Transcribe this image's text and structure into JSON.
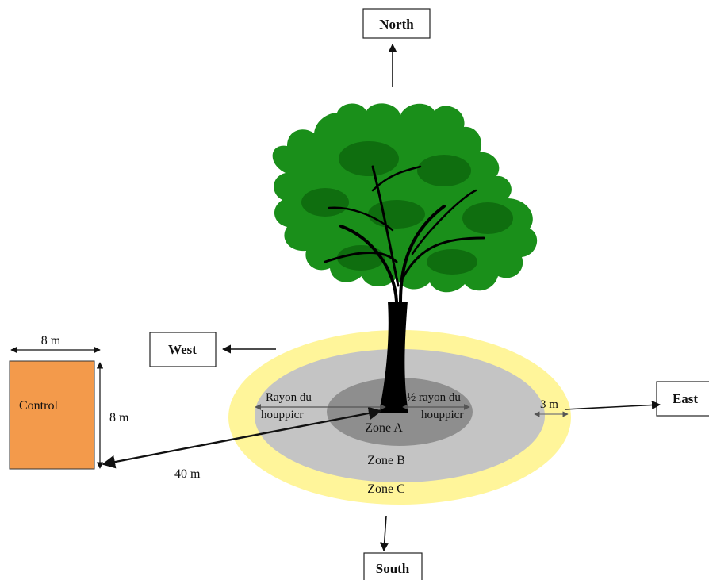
{
  "directions": {
    "north": "North",
    "south": "South",
    "east": "East",
    "west": "West"
  },
  "control": {
    "label": "Control",
    "width_label": "8 m",
    "height_label": "8 m",
    "distance_label": "40 m",
    "fill_color": "#f39a4b"
  },
  "zones": {
    "a": "Zone A",
    "b": "Zone B",
    "c": "Zone C",
    "colors": {
      "a": "#8e8e8e",
      "b": "#c4c4c4",
      "c": "#fff59a"
    }
  },
  "measures": {
    "crown_radius_line1": "Rayon du",
    "crown_radius_line2": "houppicr",
    "half_radius_line1": "½ rayon du",
    "half_radius_line2": "houppicr",
    "band_width": "3 m"
  },
  "tree": {
    "foliage_color": "#1a8f1a",
    "foliage_dark": "#0f6e0f",
    "trunk_color": "#000000"
  }
}
